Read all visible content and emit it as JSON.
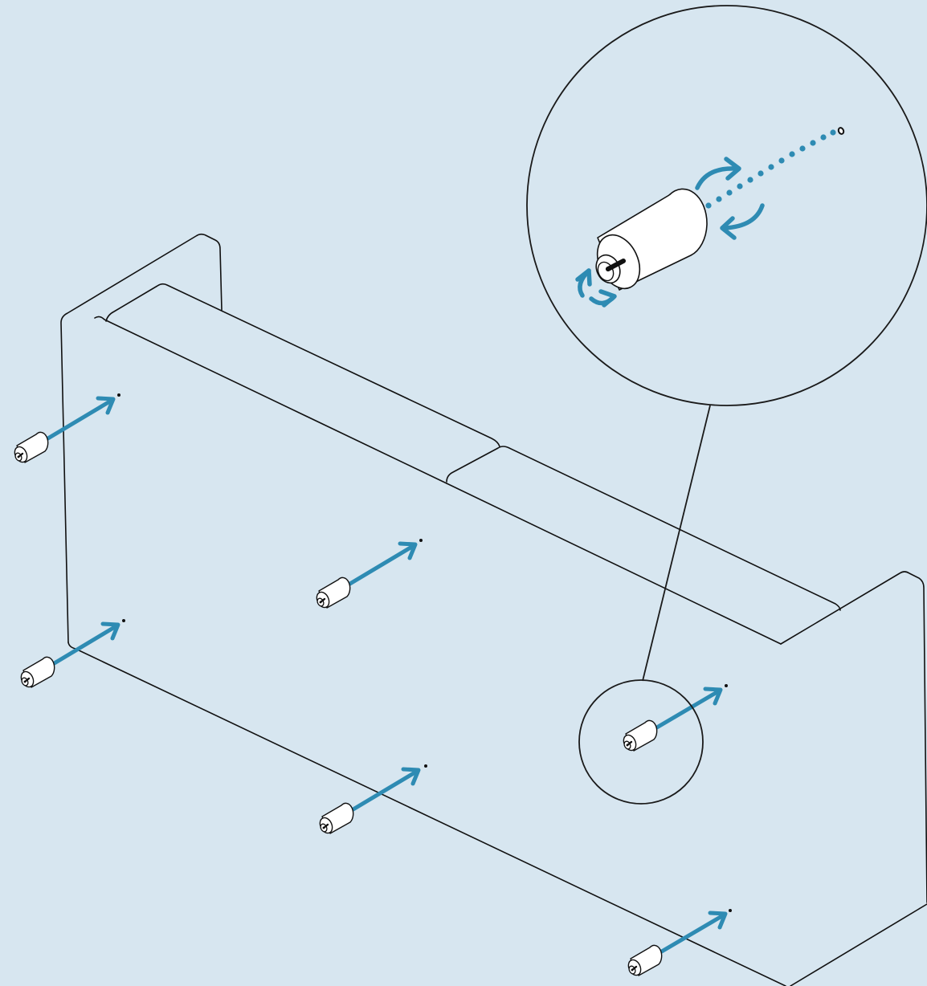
{
  "diagram": {
    "colors": {
      "background": "#d7e6f0",
      "accent": "#2e8bb3",
      "line": "#111111",
      "foot_fill": "#ffffff"
    },
    "subject": "sofa-underside",
    "foot_count": 7,
    "steps": [
      "insert-foot",
      "rotate-clockwise-to-tighten"
    ]
  }
}
